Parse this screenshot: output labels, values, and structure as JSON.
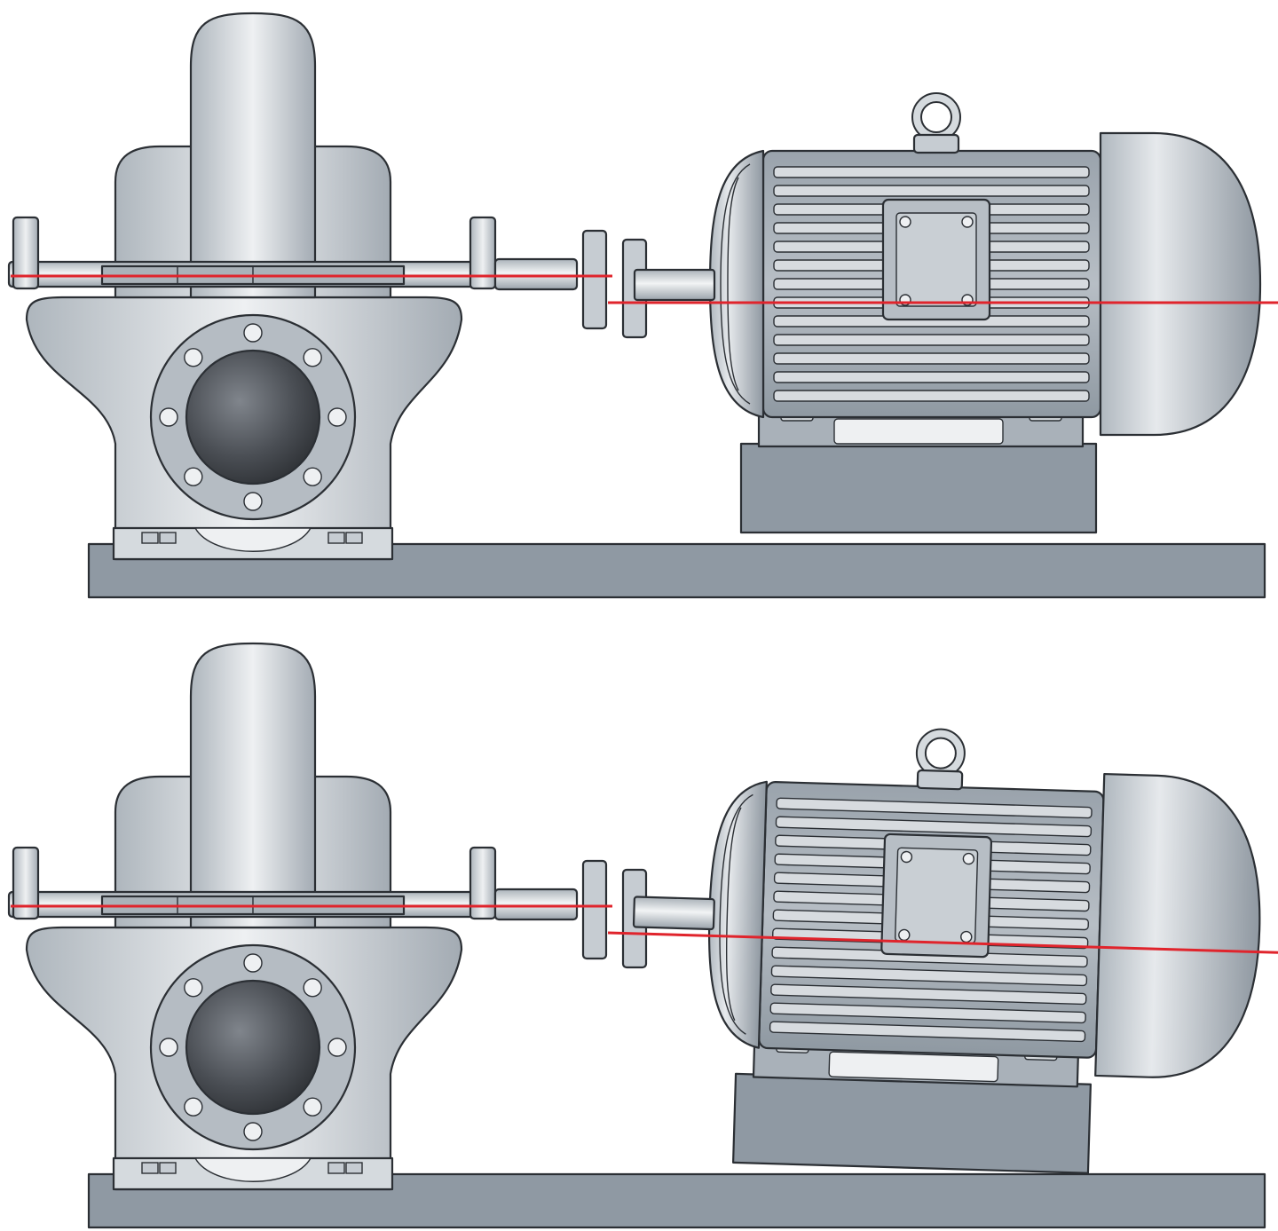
{
  "diagram": {
    "panels": [
      {
        "id": "aligned",
        "motor_tilt_deg": 0
      },
      {
        "id": "misaligned",
        "motor_tilt_deg": 1.7
      }
    ],
    "colors": {
      "background": "#ffffff",
      "metal_light": "#dde1e5",
      "metal_mid": "#b9c0c7",
      "metal_dark": "#8a939c",
      "base": "#8f99a3",
      "outline": "#2b2f34",
      "centerline": "#e0242c",
      "port_dark": "#3a3d42"
    },
    "icons": {
      "pump": "split-case-pump-icon",
      "motor": "electric-motor-icon",
      "coupling": "flange-coupling-icon",
      "lifting_eye": "lifting-eye-icon"
    }
  }
}
